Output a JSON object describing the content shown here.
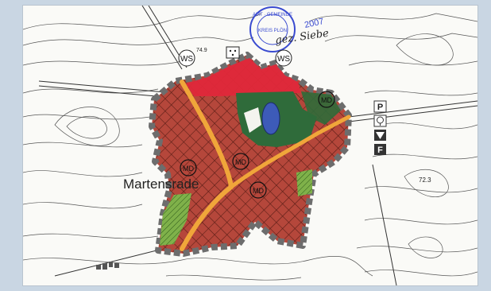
{
  "map": {
    "place_label": "Martensrade",
    "markers": {
      "ws": "WS",
      "md": "MD"
    },
    "legend": {
      "parking": "P",
      "fuel": "F"
    },
    "spot_heights": {
      "north": "74.9",
      "east": "72.3"
    },
    "stamp": {
      "ring_text": "AMT · GEMEINDE",
      "center_text": "KREIS PLÖN",
      "year": "2007"
    },
    "signature_text": "gez. Siebe"
  },
  "colors": {
    "background": "#c9d6e3",
    "paper": "#fafaf7",
    "village_fill": "#b5473b",
    "village_border": "#6d6d6d",
    "road": "#f0a63a",
    "green_area": "#2f6b3a",
    "light_green": "#7fb14a",
    "red_area": "#e0283a",
    "pond": "#3d5bb8",
    "stamp": "#3a4bd0",
    "legend_box": "#333333"
  }
}
